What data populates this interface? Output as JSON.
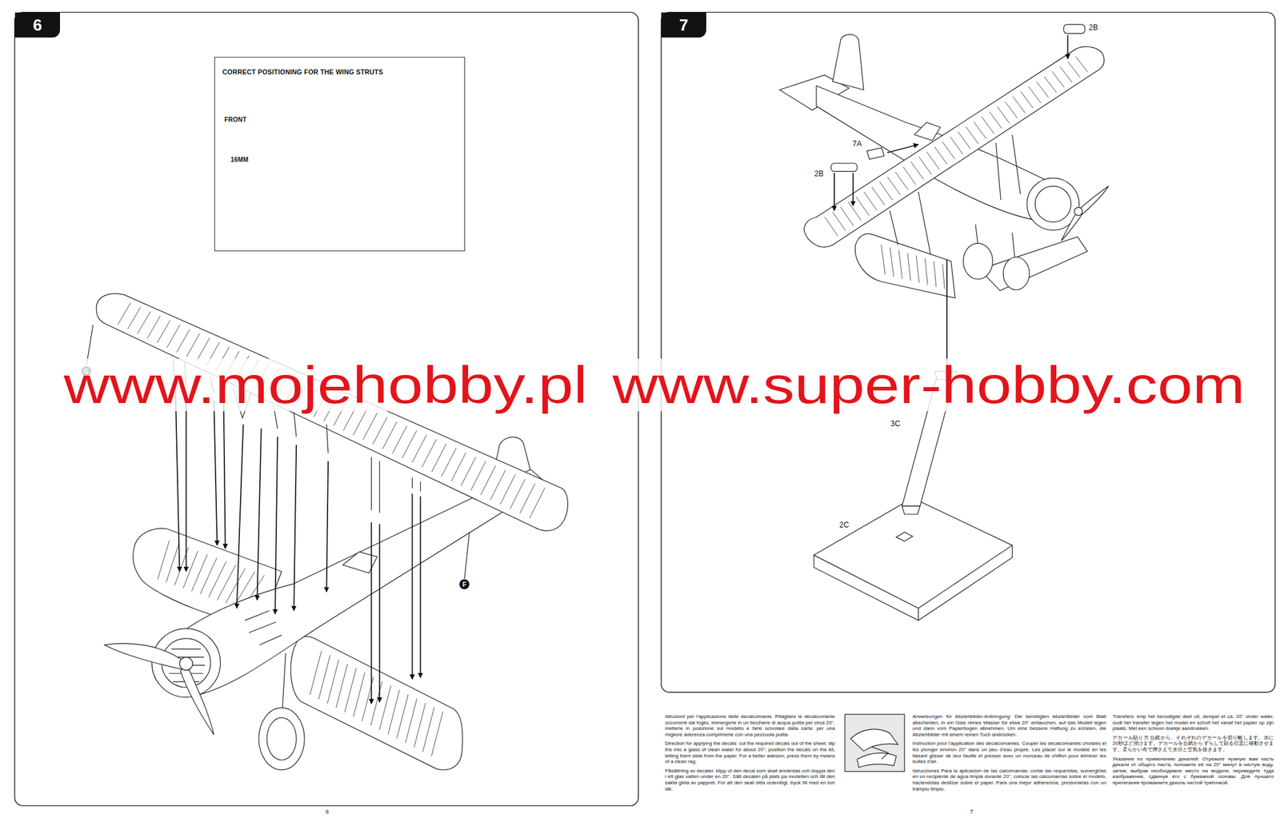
{
  "diagram": {
    "nodes": [
      {
        "text": [
          "6"
        ]
      },
      {
        "text": [
          "CORRECT POSITIONING FOR THE WING STRUTS",
          "FRONT",
          "16MM"
        ]
      },
      {
        "text": [
          "G"
        ]
      },
      {
        "text": [
          "F"
        ]
      },
      {
        "text": [
          "7"
        ]
      }
    ],
    "labels": [
      "www.mojehobby.pl",
      "www.super-hobby.com",
      "2B",
      "7A",
      "2B",
      "3C",
      "2C",
      "6",
      "7",
      "Istruzioni per l'applicazione delle decalcomanie. Ritagliare le decalcomanie occorrenti dal foglio, immergerle in un bicchiere di acqua pulita per circa 20'', metterle in posizione sul modello e farle scivolare dalla carta: per una migliore aderenza comprimerle con una pezzuola pulita.",
      "Direction for applying the decals: cut the required decals out of the sheet; dip the into a glass of clean water for about 20''; position the decals on the kit, letting them slide from the paper. For a better adesion, press them by means of a clean rag.",
      "Påsättning av decaler: klipp ut den decal som skall användas och doppa den i ett glas vatten under en 20''. Sätt decalen på plats pa modellen och låt den sakta glida av pappret. For att den skall sitta ordentligt, tryck till med en torr dik.",
      "Anweisungen für Abziehbilder-Anbringung: Die benötigten Abziehbilder vom Blatt abscheiden, in ein Glas reines Wasser für etwa 20'' eintauchen, auf das Modell legen und dann vom Papierbogen abnehmen. Um eine bessere Haftung zu erzielen, die Abziehbilder mit einem reinen Tuch andrücken.",
      "Instruction pour l'application des décalcomanies. Couper les décalcomanies choisies et les plonger environ 20'' dans un peu d'eau propre. Les placer sur le modèle en les faisant glisser de leur fauille et presser avec un morceau de chiffon pour éliminer les bulles d'air.",
      "Istrucciones Para la aplicación de las calcomanías: cortar las requeridas, sumergirlas en un recipiente de agua limpia durante 20'', colocar las calcomanías sobre el modelo, haciéndolas deslizar sobre el papel. Para una mejor adherencia, presionarlas con un trampio limpio.",
      "Transfers: knip het benodigde deel uit, dempel et ca. 20'' onder water, oudt het transfer tegen het model en schuif het vanaf het papier op zijn plaats. Met een schoon doekje aandrukken.",
      "デカール貼り方 台紙から、それぞれのデカールを切り離します。水に20秒ほど浸けます。デカールを台紙からずらして貼る位置に移動させます。柔らかい布で押さえて水分と空気を抜きます。",
      "Указания по применению декалей: Отрежьте нужную вам часть декали от общего листа, положите её на 20'' минут в чистую воду, затем, выбрав необходимое место на модели, переведите туда изображение, сдвинув его с бумажной основы. Для лучшего прилегания промакните деколь чистой тряпочкой."
    ]
  }
}
